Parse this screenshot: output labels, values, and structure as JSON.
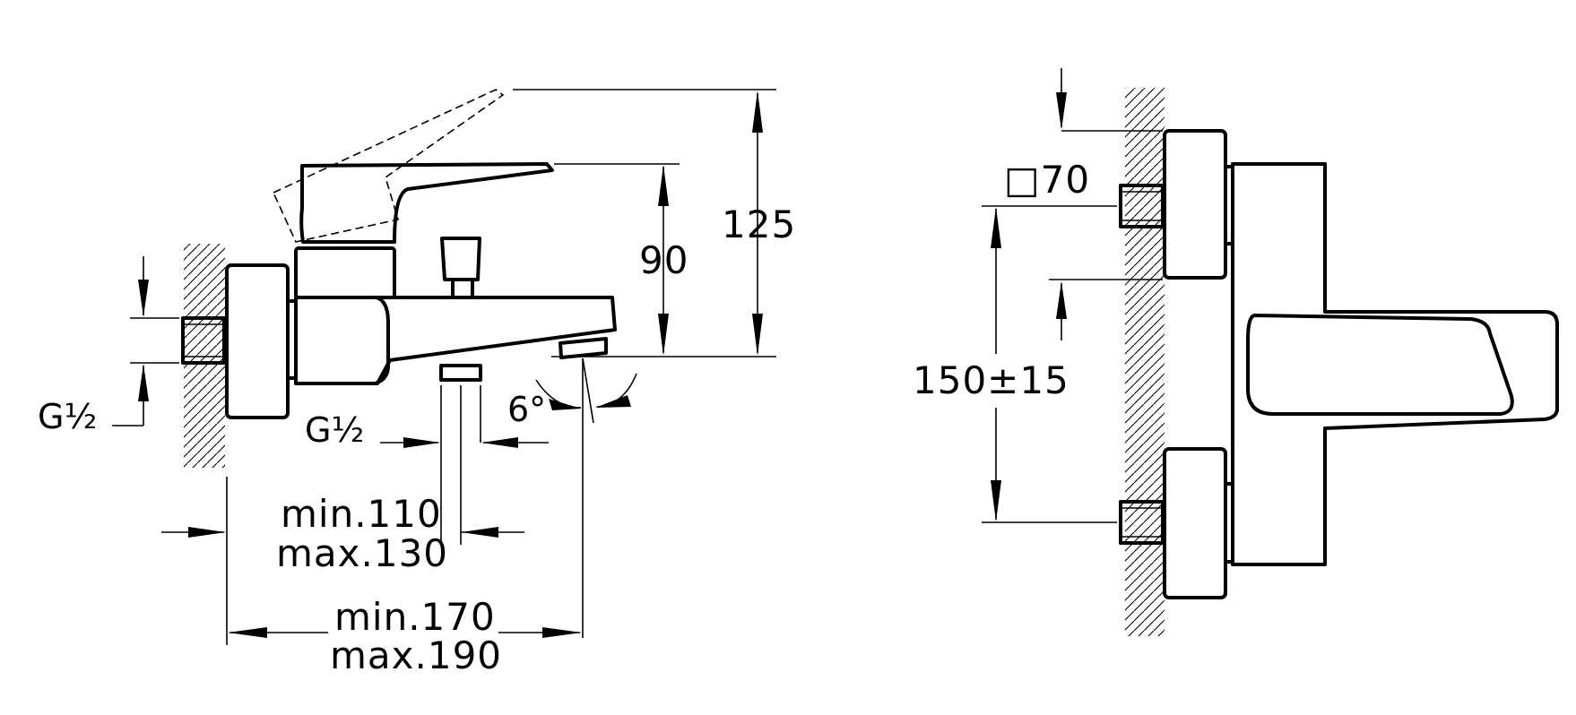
{
  "labels": {
    "height_total": "125",
    "height_spout": "90",
    "thread_inlet": "G½",
    "thread_outlet": "G½",
    "spout_angle": "6°",
    "depth_min": "min.110",
    "depth_max": "max.130",
    "projection_min": "min.170",
    "projection_max": "max.190",
    "rosette_size": "□70",
    "center_distance": "150±15"
  }
}
